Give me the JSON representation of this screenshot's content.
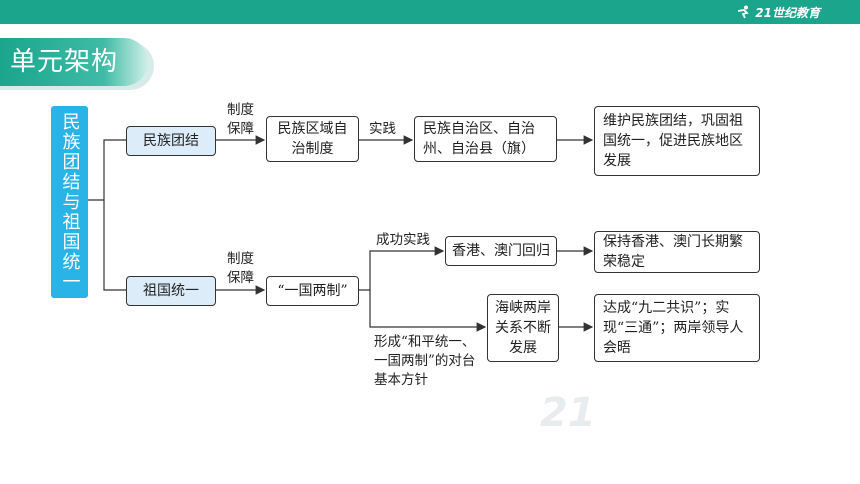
{
  "brand": {
    "name": "21世纪教育"
  },
  "section_title": "单元架构",
  "root": "民族团结与祖国统一",
  "nodes": {
    "n1": "民族团结",
    "n2": "民族区域自治制度",
    "n3": "民族自治区、自治州、自治县（旗）",
    "n4": "维护民族团结，巩固祖国统一，促进民族地区发展",
    "n5": "祖国统一",
    "n6": "“一国两制”",
    "n7": "香港、澳门回归",
    "n8": "保持香港、澳门长期繁荣稳定",
    "n9": "海峡两岸关系不断发展",
    "n10": "达成“九二共识”；实现“三通”；两岸领导人会晤"
  },
  "edge_labels": {
    "e1": "制度保障",
    "e2": "实践",
    "e3": "制度保障",
    "e4": "成功实践",
    "e5": "形成“和平统一、一国两制”的对台基本方针"
  },
  "colors": {
    "accent": "#1aa58c",
    "root_fill": "#2ab3e6",
    "node_fill": "#dcecf8"
  }
}
